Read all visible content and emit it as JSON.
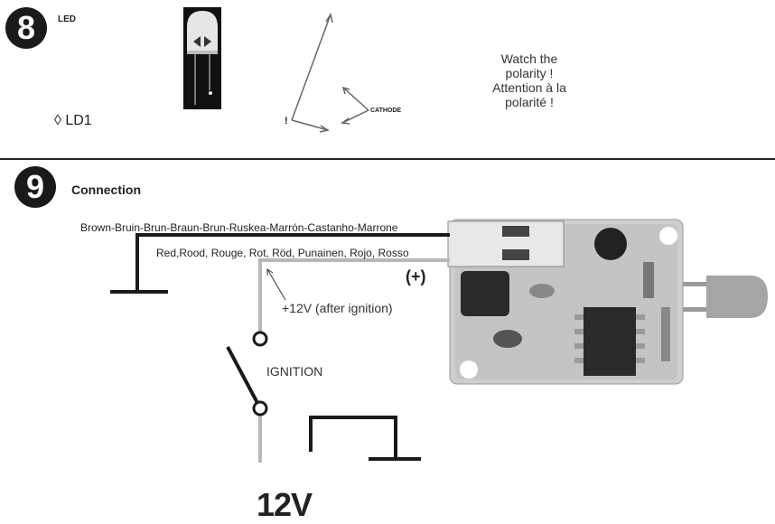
{
  "step8": {
    "number": "8",
    "component_label": "LED",
    "reference_label": "◊ LD1",
    "exclamation": "!",
    "cathode_label": "CATHODE",
    "warning_lines": [
      "Watch the",
      "polarity !",
      "Attention à la",
      "polarité !"
    ]
  },
  "step9": {
    "number": "9",
    "title": "Connection",
    "brown_wire_label": "Brown-Bruin-Brun-Braun-Brun-Ruskea-Marrón-Castanho-Marrone",
    "red_wire_label": "Red,Rood, Rouge, Rot, Röd, Punainen, Rojo, Rosso",
    "positive_marker": "(+)",
    "positive_note": "+12V (after ignition)",
    "switch_label": "IGNITION",
    "supply_label": "12V"
  },
  "colors": {
    "badge": "#1a1a1a",
    "divider": "#222222",
    "brown_wire": "#1a1a1a",
    "red_wire": "#b8b8b8",
    "pcb": "#cfcfcf"
  }
}
